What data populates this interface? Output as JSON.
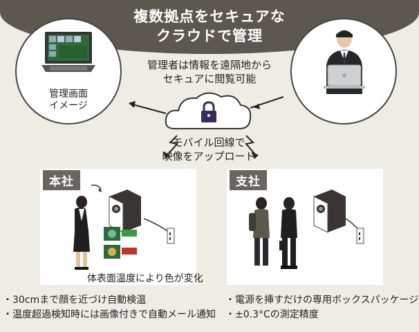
{
  "banner": {
    "line1": "複数拠点をセキュアな",
    "line2": "クラウドで管理"
  },
  "laptop_caption": {
    "line1": "管理画面",
    "line2": "イメージ"
  },
  "admin_text": {
    "line1": "管理者は情報を遠隔地から",
    "line2": "セキュアに閲覧可能"
  },
  "upload_text": {
    "line1": "モバイル回線で",
    "line2": "映像をアップロード"
  },
  "head_office": {
    "label": "本社",
    "note": "体表面温度により色が変化"
  },
  "branch_office": {
    "label": "支社"
  },
  "bullets_left": [
    "・30cmまで顔を近づけ自動検温",
    "・温度超過検知時には画像付きで自動メール通知"
  ],
  "bullets_right": [
    "・電源を挿すだけの専用ボックスパッケージ",
    "・±0.3°Cの測定精度"
  ],
  "colors": {
    "banner": "#5d5752",
    "panel_tag": "#6a6560",
    "background": "#efece6",
    "lock": "#3b2a5c",
    "screen_green": "#2f6a3a",
    "alert_red": "#c0342b"
  }
}
